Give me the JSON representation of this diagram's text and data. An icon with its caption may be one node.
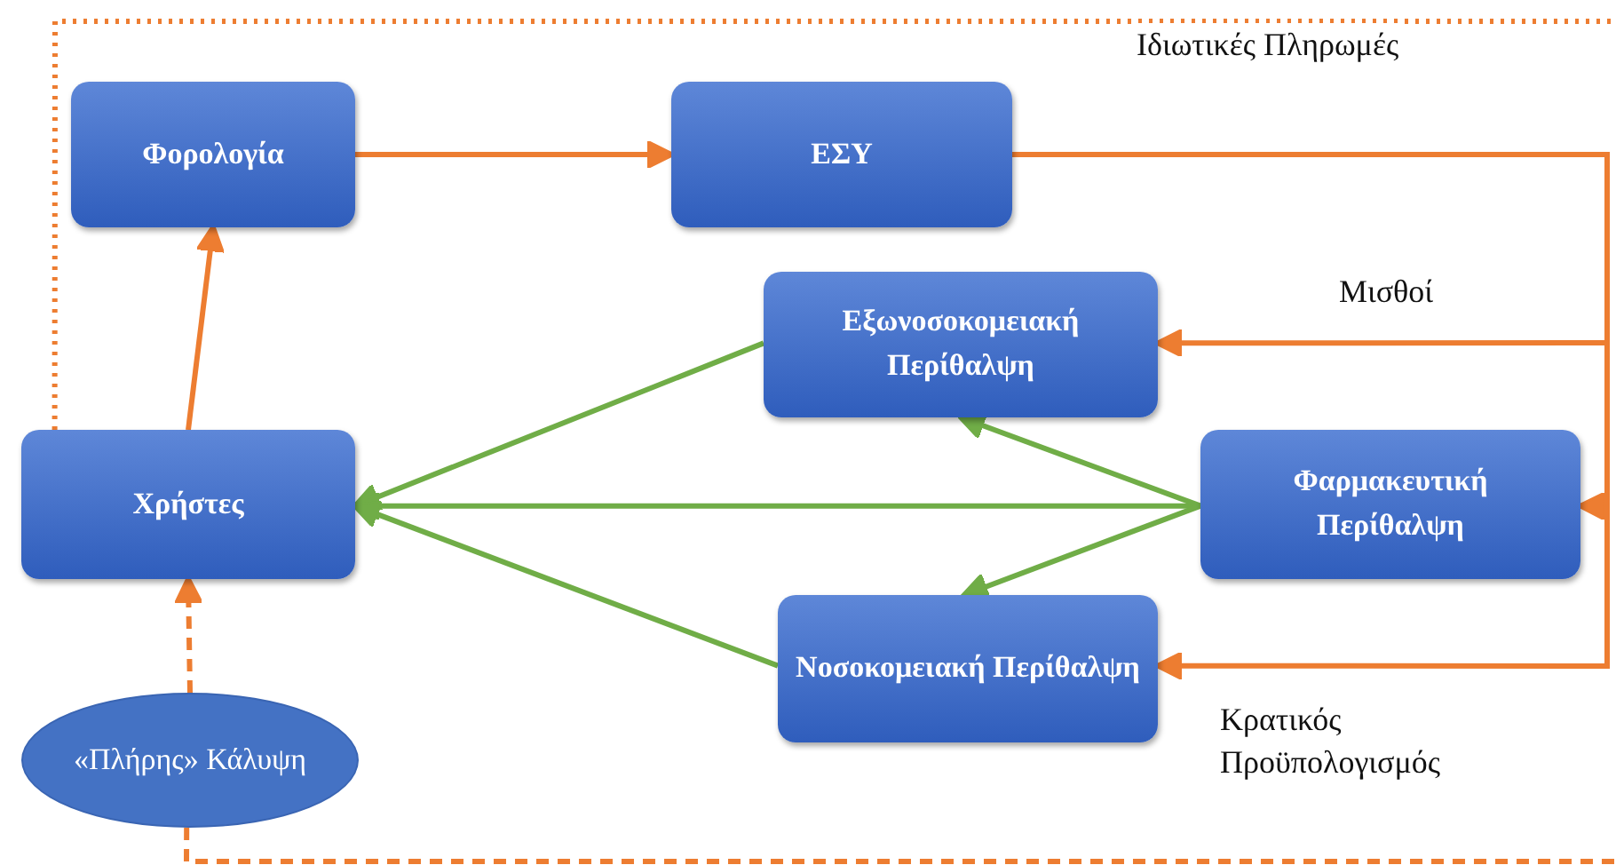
{
  "diagram": {
    "nodes": [
      {
        "text": [
          "Φορολογία"
        ]
      },
      {
        "text": [
          "ΕΣΥ"
        ]
      },
      {
        "text": [
          "Εξωνοσοκομειακή Περίθαλψη"
        ]
      },
      {
        "text": [
          "Χρήστες"
        ]
      },
      {
        "text": [
          "Φαρμακευτική Περίθαλψη"
        ]
      },
      {
        "text": [
          "Νοσοκομειακή Περίθαλψη"
        ]
      },
      {
        "text": [
          "«Πλήρης» Κάλυψη"
        ]
      }
    ],
    "edges": [
      {
        "from": 0,
        "to": 1,
        "arrow": "to"
      },
      {
        "from": 3,
        "to": 0,
        "arrow": "to"
      },
      {
        "from": 1,
        "to": 2,
        "arrow": "to",
        "label": "Μισθοί"
      },
      {
        "from": 1,
        "to": 4,
        "arrow": "to"
      },
      {
        "from": 1,
        "to": 5,
        "arrow": "to",
        "label": "Κρατικός Προϋπολογισμός"
      },
      {
        "from": 2,
        "to": 3,
        "arrow": "to",
        "color": "#70ad47"
      },
      {
        "from": 4,
        "to": 3,
        "arrow": "to",
        "color": "#70ad47"
      },
      {
        "from": 5,
        "to": 3,
        "arrow": "to",
        "color": "#70ad47"
      },
      {
        "from": 4,
        "to": 2,
        "arrow": "to",
        "color": "#70ad47"
      },
      {
        "from": 4,
        "to": 5,
        "arrow": "to",
        "color": "#70ad47"
      },
      {
        "from": 6,
        "to": 3,
        "arrow": "to",
        "style": "dashed"
      },
      {
        "from": 3,
        "to": null,
        "arrow": "none",
        "style": "dashed",
        "label": "Ιδιωτικές Πληρωμές"
      },
      {
        "from": 6,
        "to": null,
        "arrow": "none",
        "style": "dashed"
      }
    ]
  }
}
